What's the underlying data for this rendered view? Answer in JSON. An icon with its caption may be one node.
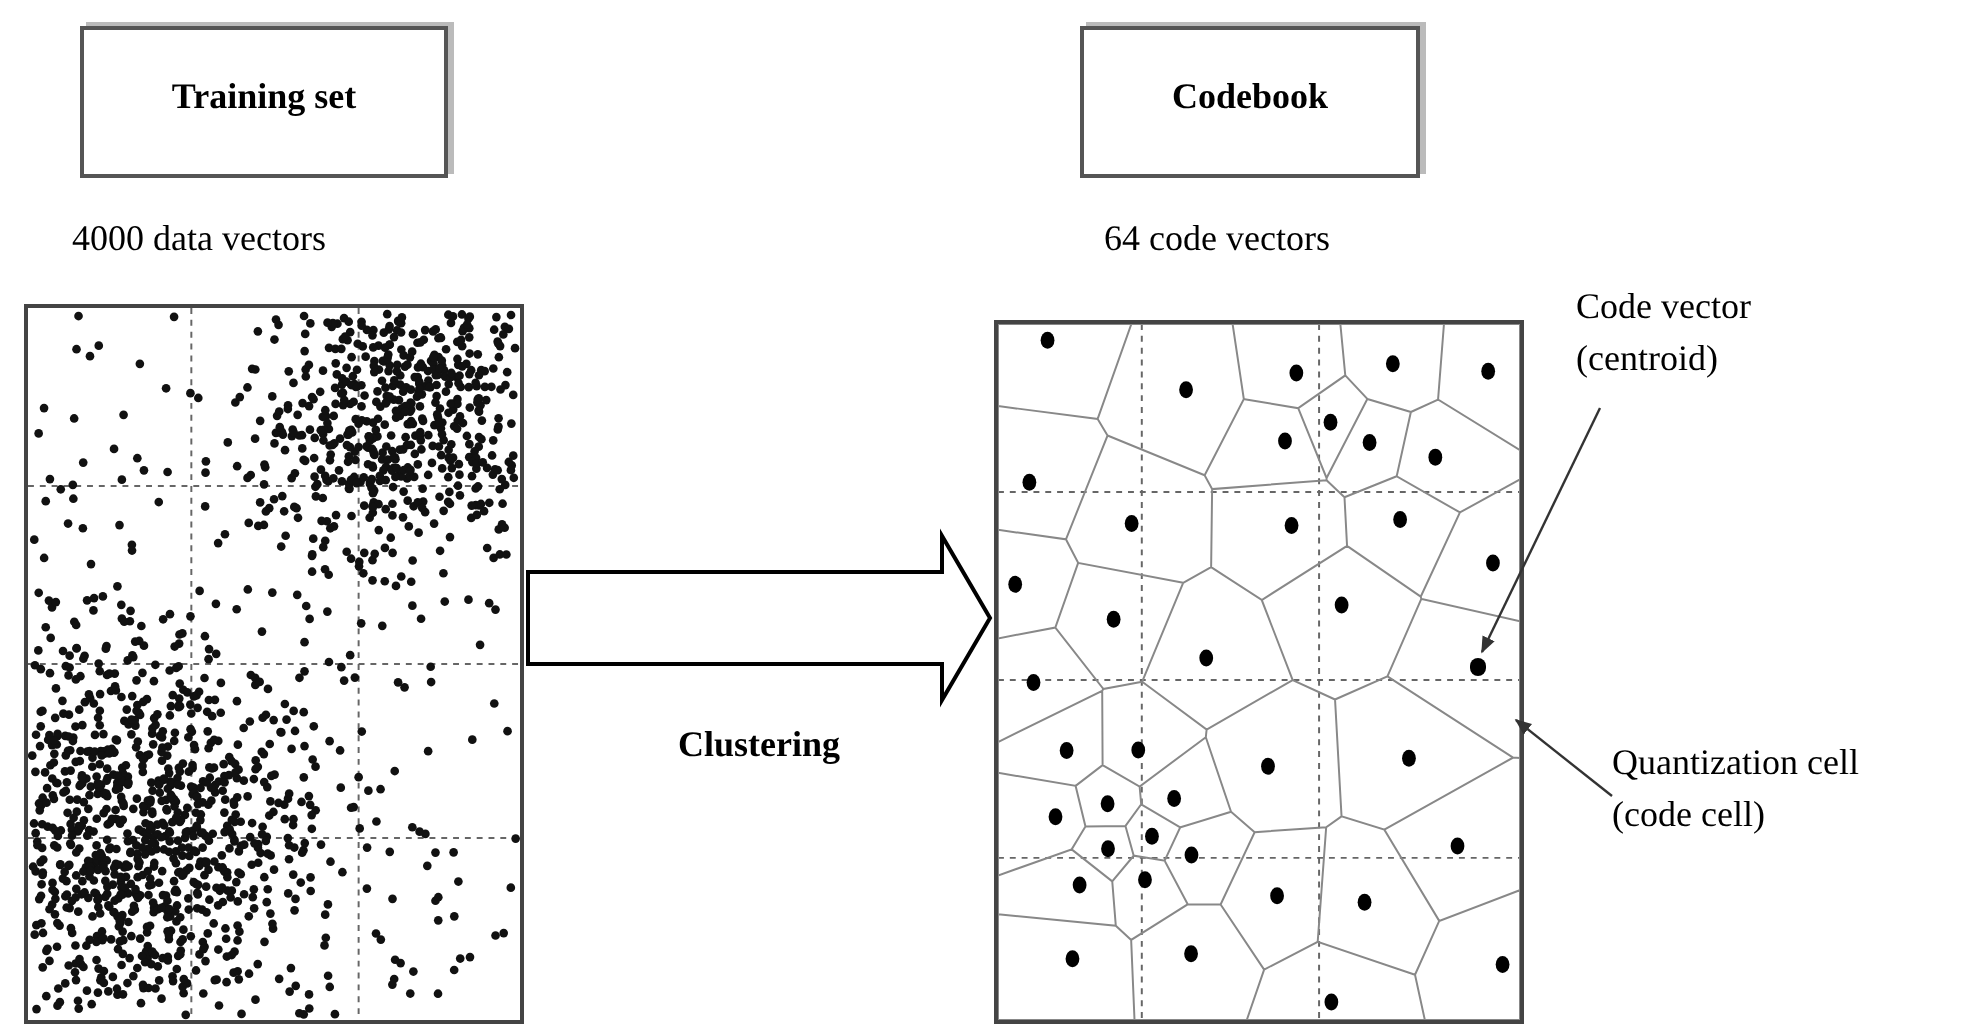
{
  "diagram": {
    "nodes": [
      {
        "text": [
          "Training set"
        ],
        "beside": [
          "4000 data vectors"
        ]
      },
      {
        "text": [],
        "shape": "picture"
      },
      {
        "text": [
          "Codebook"
        ],
        "beside": [
          "64 code vectors"
        ]
      },
      {
        "text": [],
        "shape": "picture"
      },
      {
        "text": [],
        "shape": "circle",
        "in": 3
      },
      {
        "text": [
          "Code vector (centroid)"
        ]
      },
      {
        "text": [
          "Quantization cell (code cell)"
        ]
      }
    ],
    "edges": [
      {
        "from": 1,
        "to": 3,
        "arrow": "to",
        "label": "Clustering",
        "style": "thick"
      },
      {
        "from": 5,
        "to": 4,
        "arrow": "to"
      },
      {
        "from": 6,
        "to": 3,
        "arrow": "to"
      }
    ]
  }
}
